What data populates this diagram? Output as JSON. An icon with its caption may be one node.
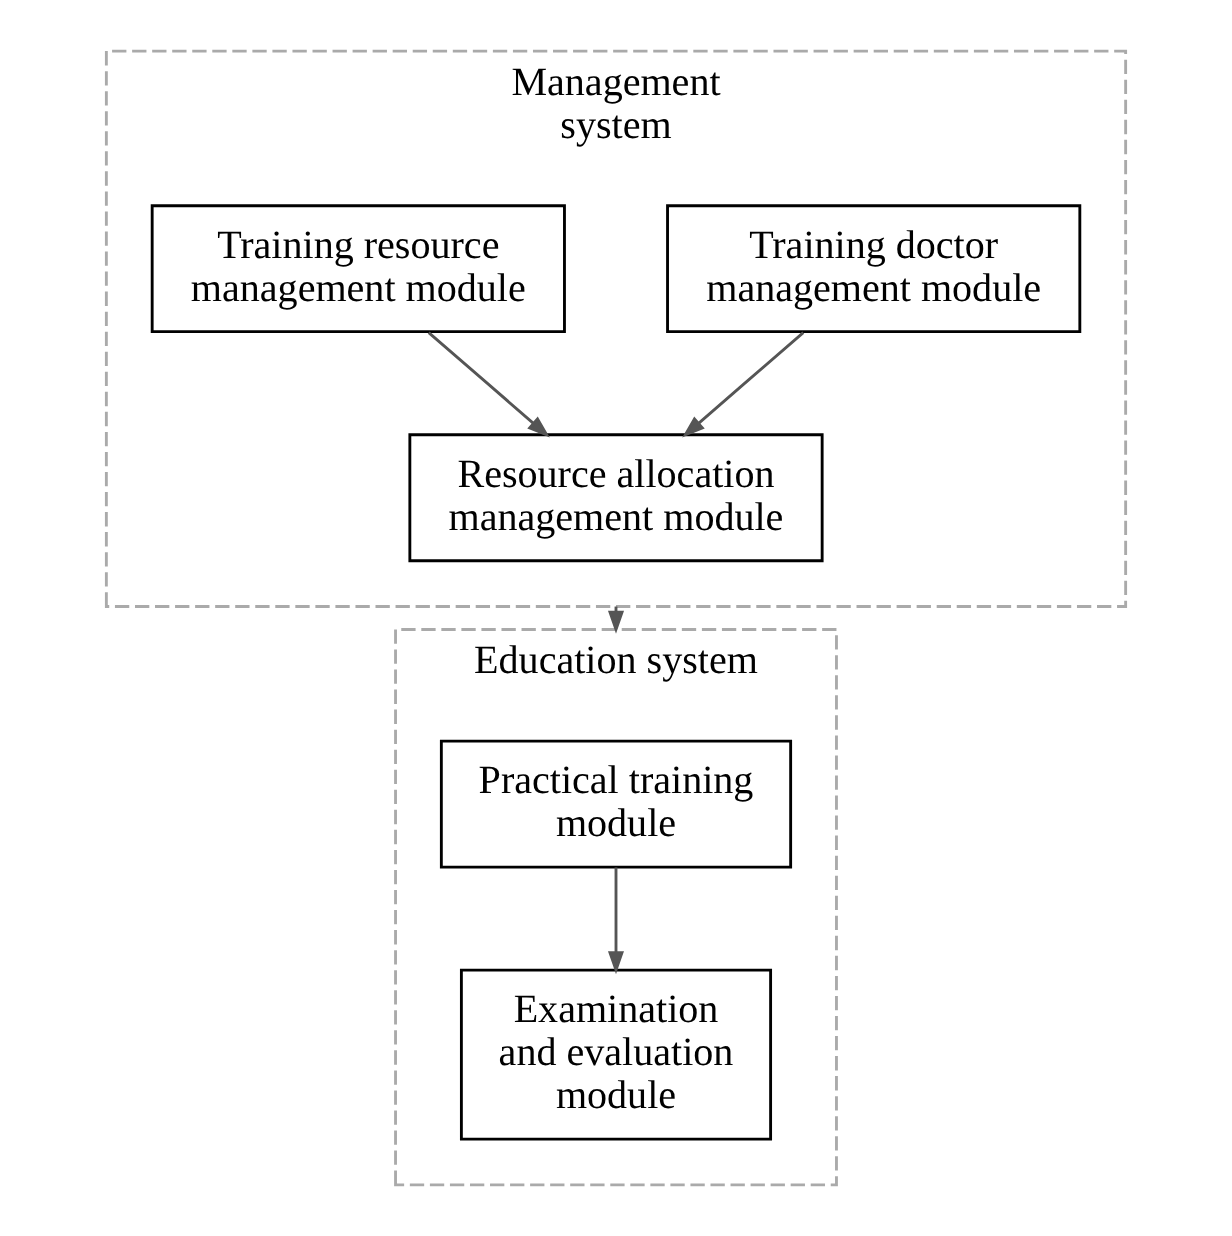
{
  "diagram": {
    "nodes": [
      {
        "text": [
          "Management system"
        ]
      },
      {
        "text": [
          "Training doctor management module"
        ],
        "in": 0
      },
      {
        "text": [
          "Training resource management module"
        ],
        "in": 0
      },
      {
        "text": [
          "Resource allocation management module"
        ],
        "in": 0
      },
      {
        "text": [
          "Education system"
        ]
      },
      {
        "text": [
          "Practical training module"
        ],
        "in": 4
      },
      {
        "text": [
          "Examination and evaluation module"
        ],
        "in": 4
      }
    ],
    "edges": [
      {
        "from": 1,
        "to": 3,
        "arrow": "to"
      },
      {
        "from": 2,
        "to": 3,
        "arrow": "to"
      },
      {
        "from": 0,
        "to": 4,
        "arrow": "to"
      },
      {
        "from": 5,
        "to": 6,
        "arrow": "to"
      }
    ]
  }
}
